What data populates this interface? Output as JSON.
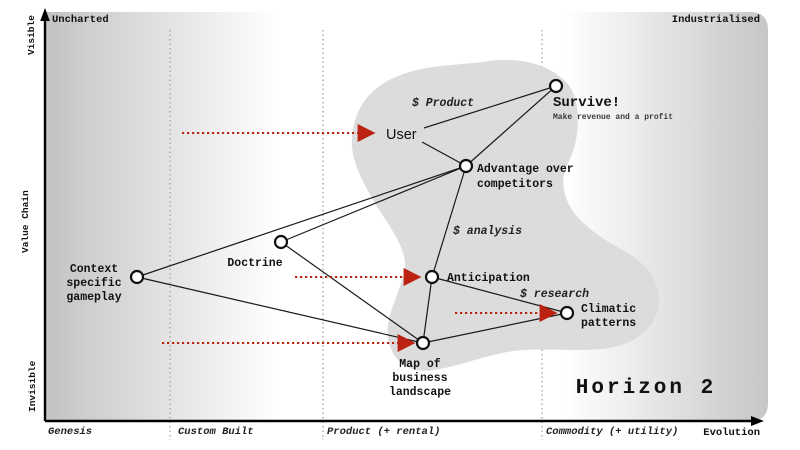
{
  "map": {
    "title": "Horizon 2",
    "region_left": "Uncharted",
    "region_right": "Industrialised",
    "nodes": {
      "survive": {
        "label": "Survive!",
        "sub": "Make revenue and a profit"
      },
      "user": {
        "label": "User"
      },
      "advantage": {
        "lines": [
          "Advantage over",
          "competitors"
        ]
      },
      "doctrine": {
        "label": "Doctrine"
      },
      "context": {
        "lines": [
          "Context",
          "specific",
          "gameplay"
        ]
      },
      "anticipation": {
        "label": "Anticipation"
      },
      "climatic": {
        "lines": [
          "Climatic",
          "patterns"
        ]
      },
      "map_business": {
        "lines": [
          "Map of",
          "business",
          "landscape"
        ]
      }
    },
    "annotations": {
      "product": "$ Product",
      "analysis": "$ analysis",
      "research": "$ research"
    }
  },
  "axes": {
    "y_title": "Value Chain",
    "y_max": "Visible",
    "y_min": "Invisible",
    "x_title": "Evolution",
    "stages": [
      "Genesis",
      "Custom Built",
      "Product (+ rental)",
      "Commodity (+ utility)"
    ]
  },
  "colors": {
    "movement_arrow": "#bb2211",
    "blob_fill": "#dadada",
    "edge": "#1a1a1a",
    "canvas_edge_grey": "#c5c5c5"
  }
}
